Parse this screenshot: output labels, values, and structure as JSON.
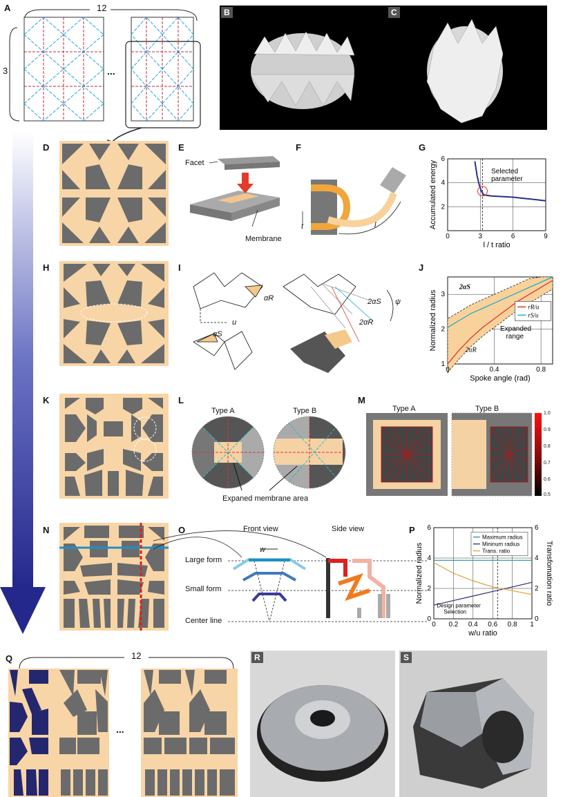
{
  "panels": {
    "A": {
      "label": "A",
      "count_top": "12",
      "count_side": "3",
      "ellipsis": "..."
    },
    "B": {
      "label": "B"
    },
    "C": {
      "label": "C"
    },
    "D": {
      "label": "D"
    },
    "E": {
      "label": "E",
      "facet": "Facet",
      "membrane": "Membrane"
    },
    "F": {
      "label": "F",
      "t": "t",
      "l": "l"
    },
    "G": {
      "label": "G",
      "annotation": "Selected parameter"
    },
    "H": {
      "label": "H"
    },
    "I": {
      "label": "I",
      "u": "u",
      "alpha_r": "αR",
      "alpha_s": "αS",
      "two_alpha_s": "2αS",
      "two_alpha_r": "2αR",
      "psi": "ψ"
    },
    "J": {
      "label": "J",
      "two_alpha_s": "2αS",
      "two_alpha_r": "2αR",
      "expanded": "Expanded range"
    },
    "K": {
      "label": "K"
    },
    "L": {
      "label": "L",
      "type_a": "Type A",
      "type_b": "Type B",
      "caption": "Expaned membrane area"
    },
    "M": {
      "label": "M",
      "type_a": "Type A",
      "type_b": "Type B",
      "scale": [
        "1.0",
        "0.9",
        "0.8",
        "0.7",
        "0.6",
        "0.5"
      ]
    },
    "N": {
      "label": "N"
    },
    "O": {
      "label": "O",
      "front": "Front view",
      "side": "Side view",
      "w": "w",
      "large": "Large form",
      "small": "Small form",
      "center": "Center line"
    },
    "P": {
      "label": "P",
      "annotation": "Design parameter Selection"
    },
    "Q": {
      "label": "Q",
      "count": "12",
      "ellipsis": "..."
    },
    "R": {
      "label": "R"
    },
    "S": {
      "label": "S"
    }
  },
  "chart_data": [
    {
      "id": "G",
      "type": "line",
      "xlabel": "l / t ratio",
      "ylabel": "Accumulated energy",
      "xlim": [
        0,
        9
      ],
      "ylim": [
        0,
        6
      ],
      "xticks": [
        "0",
        "3",
        "6",
        "9"
      ],
      "yticks": [
        "2",
        "4",
        "6"
      ],
      "grid": true,
      "series": [
        {
          "color": "#2b2f8c",
          "x": [
            2.5,
            2.7,
            2.9,
            3.1,
            3.3,
            3.6,
            4.0,
            5.0,
            6.0,
            7.0,
            8.0,
            9.0
          ],
          "y": [
            5.8,
            4.6,
            3.8,
            3.3,
            3.0,
            2.95,
            2.9,
            2.85,
            2.8,
            2.7,
            2.6,
            2.5
          ]
        }
      ],
      "marker_x": 3.2
    },
    {
      "id": "J",
      "type": "line",
      "xlabel": "Spoke angle (rad)",
      "ylabel": "Normalized radius",
      "xlim": [
        0,
        0.9
      ],
      "ylim": [
        1,
        3.5
      ],
      "xticks": [
        "0",
        "0.4",
        "0.8"
      ],
      "yticks": [
        "1",
        "2",
        "3"
      ],
      "grid": true,
      "series": [
        {
          "name": "rR/u",
          "color": "#d33",
          "x": [
            0.0,
            0.1,
            0.2,
            0.3,
            0.4,
            0.5,
            0.6,
            0.7,
            0.8,
            0.9
          ],
          "y": [
            1.0,
            1.4,
            1.75,
            2.05,
            2.3,
            2.55,
            2.8,
            3.0,
            3.2,
            3.4
          ]
        },
        {
          "name": "rS/u",
          "color": "#22aacc",
          "x": [
            0.0,
            0.1,
            0.2,
            0.3,
            0.4,
            0.5,
            0.6,
            0.7,
            0.8,
            0.9
          ],
          "y": [
            2.05,
            2.25,
            2.45,
            2.6,
            2.75,
            2.9,
            3.05,
            3.2,
            3.35,
            3.5
          ]
        }
      ]
    },
    {
      "id": "P",
      "type": "line",
      "xlabel": "w/u ratio",
      "ylabel": "Normalized radius",
      "ylabel_right": "Transfomation ratio",
      "xlim": [
        0,
        1
      ],
      "ylim": [
        0,
        6
      ],
      "xticks": [
        "0",
        "0.2",
        "0.4",
        "0.6",
        "0.8",
        "1"
      ],
      "yticks": [
        "0",
        "2",
        "4",
        "6"
      ],
      "grid": true,
      "series": [
        {
          "name": "Maximum radius",
          "color": "#1f8fb0",
          "x": [
            0,
            0.2,
            0.4,
            0.6,
            0.8,
            1
          ],
          "y": [
            3.85,
            3.85,
            3.85,
            3.85,
            3.85,
            3.85
          ]
        },
        {
          "name": "Mininum radius",
          "color": "#2b2f6c",
          "x": [
            0,
            0.2,
            0.4,
            0.6,
            0.8,
            1
          ],
          "y": [
            0.9,
            1.2,
            1.5,
            1.8,
            2.1,
            2.4
          ]
        },
        {
          "name": "Trans. ratio",
          "color": "#e0a030",
          "x": [
            0,
            0.2,
            0.4,
            0.6,
            0.8,
            1
          ],
          "y": [
            3.7,
            3.0,
            2.5,
            2.1,
            1.85,
            1.6
          ]
        }
      ],
      "marker_x": 0.65
    }
  ]
}
